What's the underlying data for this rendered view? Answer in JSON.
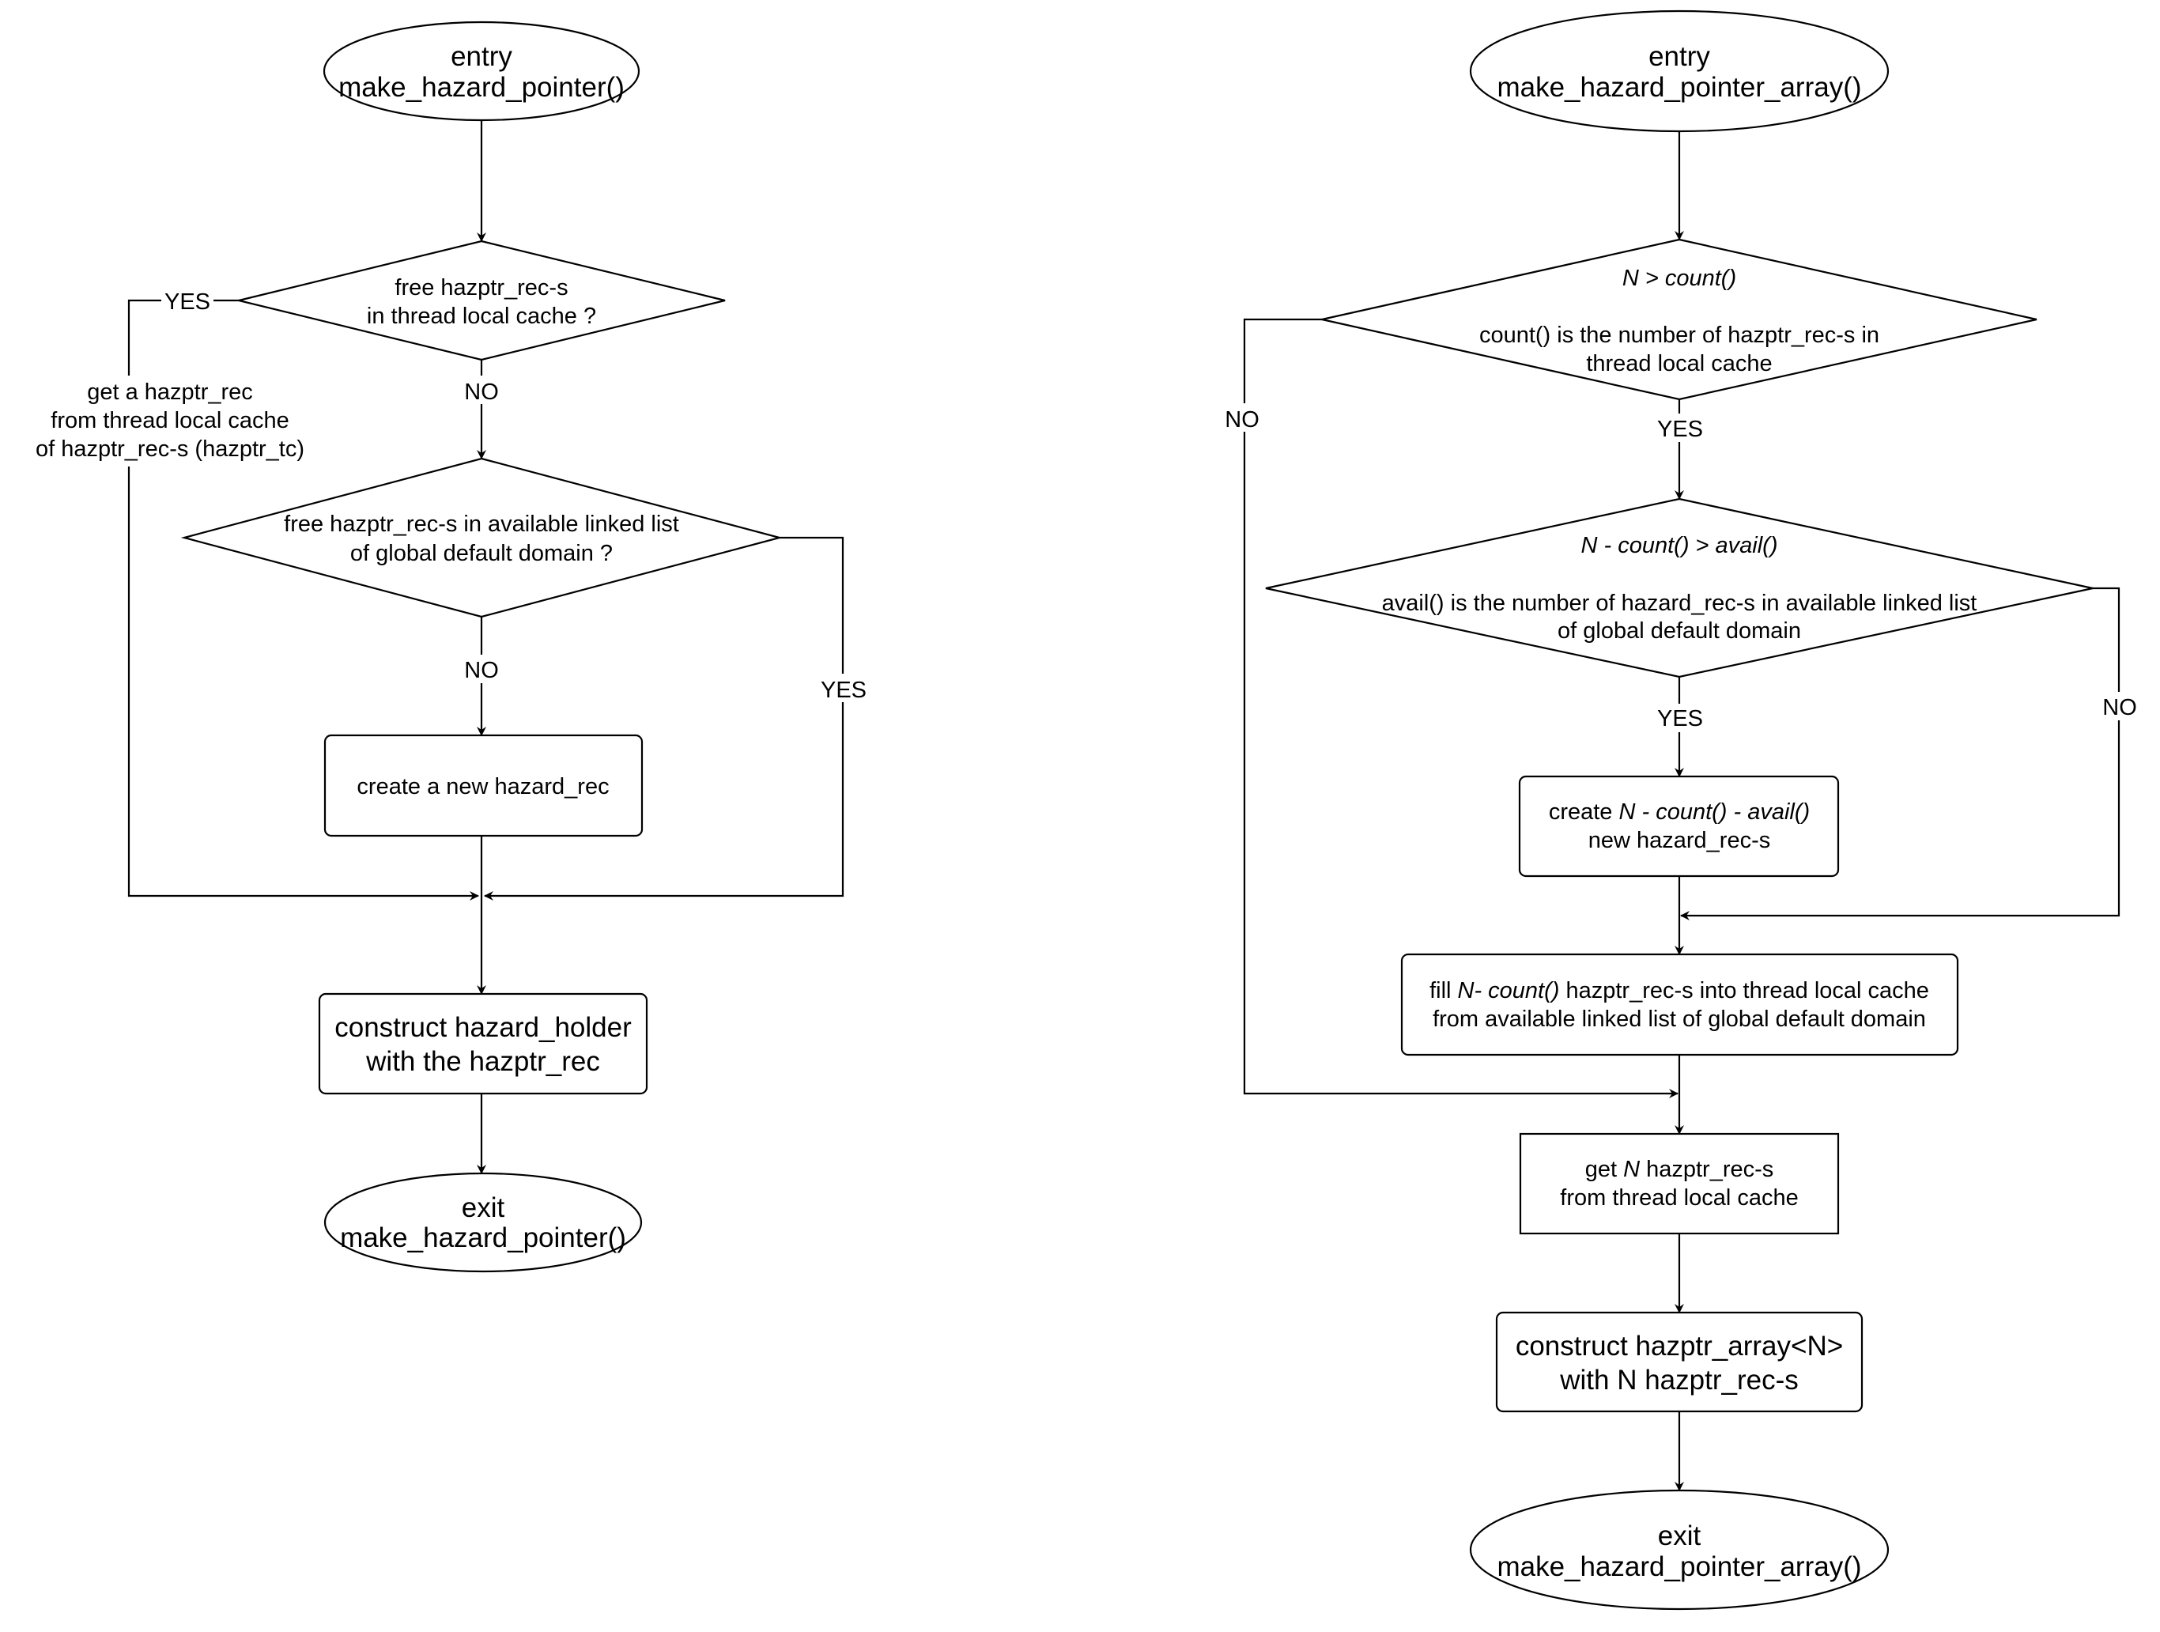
{
  "left_flow": {
    "entry": {
      "line1": "entry",
      "line2": "make_hazard_pointer()"
    },
    "decision_cache": {
      "line1": "free hazptr_rec-s",
      "line2": "in thread local cache ?"
    },
    "cache_yes_label": "YES",
    "cache_no_label": "NO",
    "get_from_cache": {
      "line1": "get a hazptr_rec",
      "line2": "from thread local cache",
      "line3": "of hazptr_rec-s (hazptr_tc)"
    },
    "decision_global": {
      "line1": "free hazptr_rec-s in available linked list",
      "line2": "of global default domain ?"
    },
    "global_no_label": "NO",
    "global_yes_label": "YES",
    "create_new": "create a new hazard_rec",
    "construct_holder": {
      "line1": "construct hazard_holder",
      "line2": "with the hazptr_rec"
    },
    "exit": {
      "line1": "exit",
      "line2": "make_hazard_pointer()"
    }
  },
  "right_flow": {
    "entry": {
      "line1": "entry",
      "line2": "make_hazard_pointer_array()"
    },
    "decision_count": {
      "condition": "N > count()",
      "note_line1": "count() is the number of hazptr_rec-s in",
      "note_line2": "thread local cache"
    },
    "count_no_label": "NO",
    "count_yes_label": "YES",
    "decision_avail": {
      "condition": "N - count() > avail()",
      "note_line1": "avail() is the number of hazard_rec-s in available linked list",
      "note_line2": "of global default domain"
    },
    "avail_yes_label": "YES",
    "avail_no_label": "NO",
    "create_new": {
      "prefix": "create ",
      "italic": "N - count() - avail()",
      "line2": "new hazard_rec-s"
    },
    "fill_cache": {
      "prefix": "fill ",
      "italic": "N- count()",
      "suffix": " hazptr_rec-s into thread local cache",
      "line2": "from available linked list of global default domain"
    },
    "get_n": {
      "prefix": "get ",
      "italic": "N",
      "suffix": " hazptr_rec-s",
      "line2": "from thread local cache"
    },
    "construct_array": {
      "line1": "construct hazptr_array<N>",
      "line2": "with N hazptr_rec-s"
    },
    "exit": {
      "line1": "exit",
      "line2": "make_hazard_pointer_array()"
    }
  }
}
